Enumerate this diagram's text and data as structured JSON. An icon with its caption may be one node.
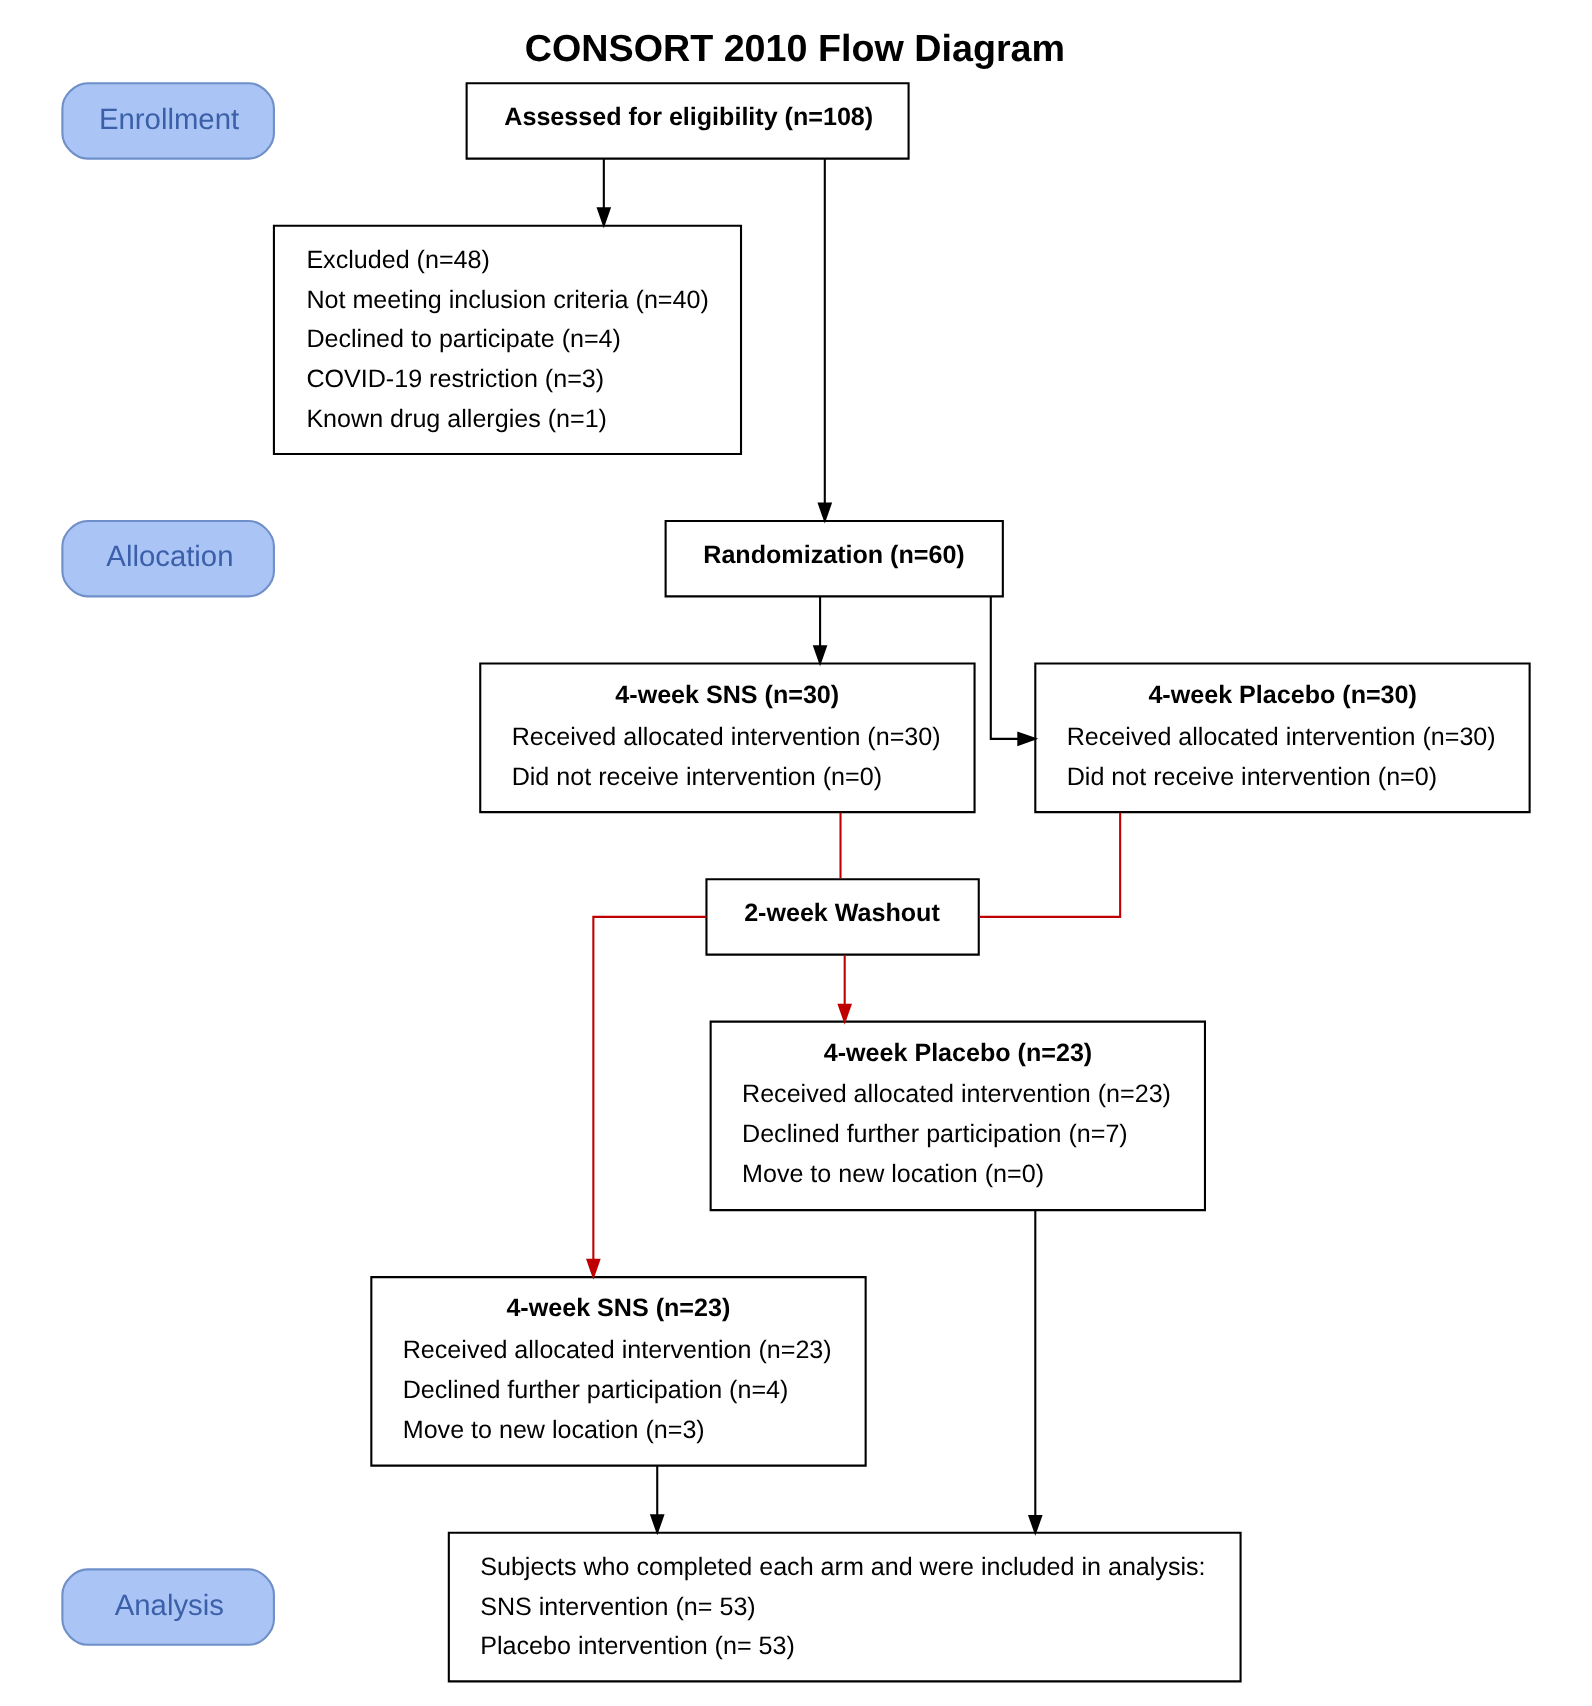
{
  "diagram": {
    "title": "CONSORT 2010 Flow Diagram",
    "nodes": [
      {
        "text": [
          "Enrollment"
        ]
      },
      {
        "text": [
          "Assessed for eligibility (n=108)"
        ]
      },
      {
        "text": [
          "Excluded (n=48)",
          "Not meeting inclusion criteria (n=40)",
          "Declined to participate (n=4)",
          "COVID-19 restriction (n=3)",
          "Known drug allergies (n=1)"
        ]
      },
      {
        "text": [
          "Allocation"
        ]
      },
      {
        "text": [
          "Randomization (n=60)"
        ]
      },
      {
        "text": [
          "4-week SNS (n=30)",
          "Received allocated intervention (n=30)",
          "Did not receive intervention (n=0)"
        ]
      },
      {
        "text": [
          "4-week Placebo (n=30)",
          "Received allocated intervention (n=30)",
          "Did not receive intervention (n=0)"
        ]
      },
      {
        "text": [
          "2-week Washout"
        ]
      },
      {
        "text": [
          "4-week SNS (n=23)",
          "Received allocated intervention (n=23)",
          "Declined further participation (n=4)",
          "Move to new location (n=3)"
        ]
      },
      {
        "text": [
          "4-week Placebo (n=23)",
          "Received allocated intervention (n=23)",
          "Declined further participation (n=7)",
          "Move to new location (n=0)"
        ]
      },
      {
        "text": [
          "Analysis"
        ]
      },
      {
        "text": [
          "Subjects who completed each arm and were included in analysis:",
          "SNS intervention (n= 53)",
          "Placebo intervention (n= 53)"
        ]
      }
    ],
    "edges": [
      {
        "from": 1,
        "to": 2,
        "arrow": "to"
      },
      {
        "from": 1,
        "to": 4,
        "arrow": "to"
      },
      {
        "from": 4,
        "to": 5,
        "arrow": "to"
      },
      {
        "from": 4,
        "to": 6,
        "arrow": "to"
      },
      {
        "from": 5,
        "to": 7,
        "arrow": "none",
        "color": "#c00000"
      },
      {
        "from": 6,
        "to": 7,
        "arrow": "none",
        "color": "#c00000"
      },
      {
        "from": 7,
        "to": 8,
        "arrow": "to",
        "color": "#c00000"
      },
      {
        "from": 7,
        "to": 9,
        "arrow": "to",
        "color": "#c00000"
      },
      {
        "from": 8,
        "to": 11,
        "arrow": "to"
      },
      {
        "from": 9,
        "to": 11,
        "arrow": "to"
      }
    ]
  }
}
